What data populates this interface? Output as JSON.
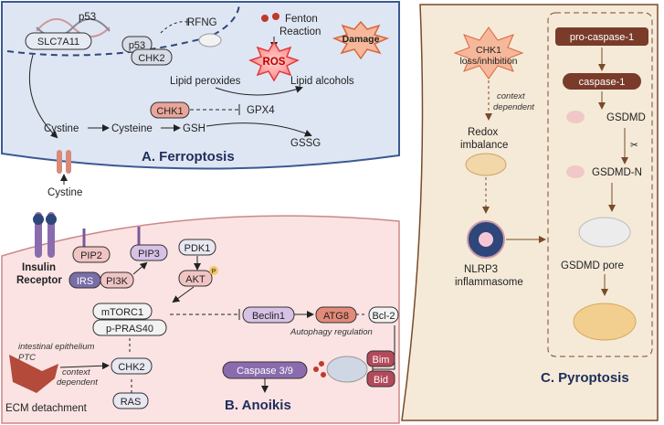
{
  "ferroptosis": {
    "title": "A.  Ferroptosis",
    "slc7a11": "SLC7A11",
    "p53_top": "p53",
    "p53_box": "p53",
    "chk2": "CHK2",
    "rfng": "RFNG",
    "fenton": "Fenton",
    "reaction": "Reaction",
    "ros": "ROS",
    "damage": "Damage",
    "lipid_peroxides": "Lipid peroxides",
    "lipid_alcohols": "Lipid alcohols",
    "chk1": "CHK1",
    "gpx4": "GPX4",
    "cystine": "Cystine",
    "cysteine": "Cysteine",
    "gsh": "GSH",
    "gssg": "GSSG",
    "cystine_out": "Cystine"
  },
  "anoikis": {
    "title": "B.  Anoikis",
    "insulin": "Insulin",
    "receptor": "Receptor",
    "pip2": "PIP2",
    "pip3": "PIP3",
    "pdk1": "PDK1",
    "irs": "IRS",
    "pi3k": "PI3K",
    "akt": "AKT",
    "p": "P",
    "mtorc1": "mTORC1",
    "pras40": "p-PRAS40",
    "beclin1": "Beclin1",
    "atg8": "ATG8",
    "bcl2": "Bcl-2",
    "autophagy": "Autophagy regulation",
    "intestinal": "intestinal epithelium",
    "ptc": "PTC",
    "context1": "context",
    "context2": "dependent",
    "chk2": "CHK2",
    "caspase": "Caspase 3/9",
    "bim": "Bim",
    "bid": "Bid",
    "ras": "RAS",
    "ecm": "ECM detachment"
  },
  "pyroptosis": {
    "title": "C.  Pyroptosis",
    "chk1_line1": "CHK1",
    "chk1_line2": "loss/inhibition",
    "context1": "context",
    "context2": "dependent",
    "redox1": "Redox",
    "redox2": "imbalance",
    "nlrp3_1": "NLRP3",
    "nlrp3_2": "inflammasome",
    "procasp": "pro-caspase-1",
    "casp1": "caspase-1",
    "gsdmd": "GSDMD",
    "gsdmdn": "GSDMD-N",
    "pore": "GSDMD pore"
  },
  "colors": {
    "ferro_bg": "#dfe6f3",
    "anoikis_bg": "#fbe3e3",
    "pyro_bg": "#f5ead8",
    "pyro_border": "#7a4a2a",
    "casp_box": "#7a3b2a",
    "chk1_box": "#e8a59a",
    "navy": "#2e4679",
    "purple": "#7a5a9a",
    "ros": "#e23a3a"
  }
}
